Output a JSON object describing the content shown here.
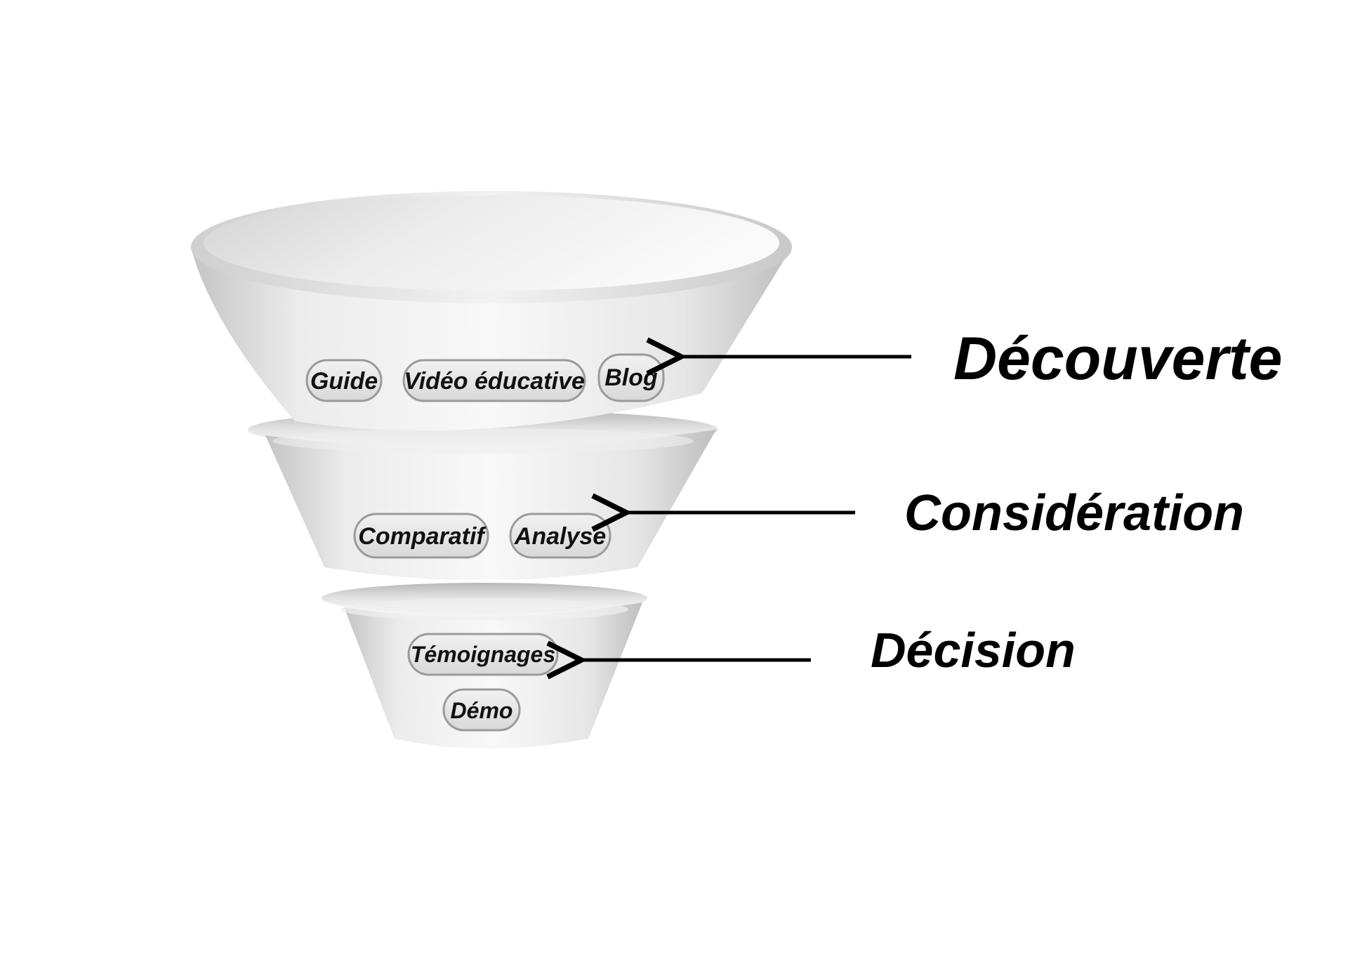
{
  "funnel": {
    "stages": [
      {
        "label": "Découverte",
        "items": [
          "Guide",
          "Vidéo éducative",
          "Blog"
        ]
      },
      {
        "label": "Considération",
        "items": [
          "Comparatif",
          "Analyse"
        ]
      },
      {
        "label": "Décision",
        "items": [
          "Témoignages",
          "Démo"
        ]
      }
    ]
  },
  "colors": {
    "funnel_light": "#f4f4f4",
    "funnel_mid": "#dcdcdc",
    "funnel_dark": "#bdbdbd",
    "pill_stroke": "#9a9a9a",
    "arrow": "#000000",
    "label": "#000000"
  }
}
